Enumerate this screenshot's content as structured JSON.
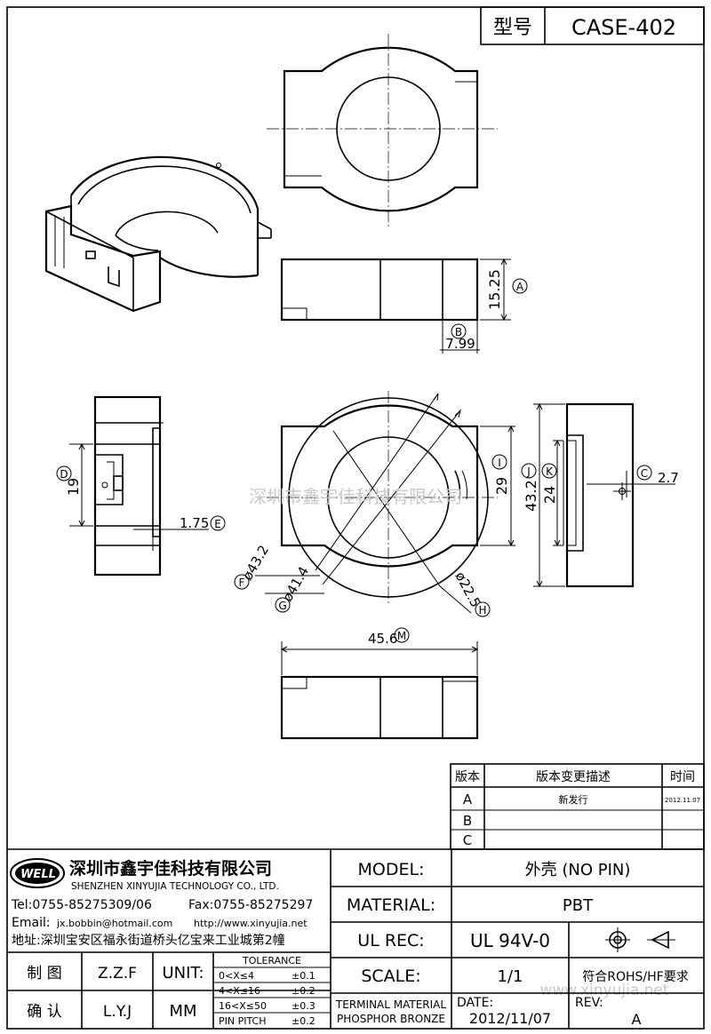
{
  "header": {
    "type_label": "型号",
    "model_code": "CASE-402"
  },
  "dimensions": {
    "A": {
      "value": "15.25",
      "tag": "A"
    },
    "B": {
      "value": "7.99",
      "tag": "B"
    },
    "C": {
      "value": "2.7",
      "tag": "C"
    },
    "D": {
      "value": "19",
      "tag": "D"
    },
    "E": {
      "value": "1.75",
      "tag": "E"
    },
    "F": {
      "value": "ø43.2",
      "tag": "F"
    },
    "G": {
      "value": "ø41.4",
      "tag": "G"
    },
    "H": {
      "value": "ø22.5",
      "tag": "H"
    },
    "I": {
      "value": "29",
      "tag": "I"
    },
    "J": {
      "value": "43.2",
      "tag": "J"
    },
    "K": {
      "value": "24",
      "tag": "K"
    },
    "M": {
      "value": "45.6",
      "tag": "M"
    }
  },
  "watermark": {
    "center": "深圳市鑫宇佳科技有限公司",
    "corner": "www.xinyujia.net"
  },
  "revision": {
    "headers": [
      "版本",
      "版本变更描述",
      "时间"
    ],
    "rows": [
      {
        "ver": "A",
        "desc": "新发行",
        "date": "2012.11.07"
      },
      {
        "ver": "B",
        "desc": "",
        "date": ""
      },
      {
        "ver": "C",
        "desc": "",
        "date": ""
      }
    ]
  },
  "company": {
    "logo": "WELL",
    "name_cn": "深圳市鑫宇佳科技有限公司",
    "name_en": "SHENZHEN XINYUJIA TECHNOLOGY CO., LTD.",
    "tel": "Tel:0755-85275309/06",
    "fax": "Fax:0755-85275297",
    "email": "Email:",
    "email_addr": "jx.bobbin@hotmail.com",
    "website": "http://www.xinyujia.net",
    "address": "地址:深圳宝安区福永街道桥头亿宝来工业城第2幢"
  },
  "title_block": {
    "model_label": "MODEL:",
    "model_value": "外壳 (NO PIN)",
    "material_label": "MATERIAL:",
    "material_value": "PBT",
    "ulrec_label": "UL REC:",
    "ulrec_value": "UL 94V-0",
    "scale_label": "SCALE:",
    "scale_value": "1/1",
    "rohs": "符合ROHS/HF要求",
    "terminal_material": "TERMINAL MATERIAL",
    "phosphor": "PHOSPHOR BRONZE",
    "date_label": "DATE:",
    "date_value": "2012/11/07",
    "rev_label": "REV:",
    "rev_value": "A",
    "drawn_label": "制 图",
    "drawn_by": "Z.Z.F",
    "checked_label": "确 认",
    "checked_by": "L.Y.J",
    "unit_label": "UNIT:",
    "unit_value": "MM",
    "tolerance_title": "TOLERANCE",
    "tolerances": [
      {
        "range": "0<X≤4",
        "tol": "±0.1"
      },
      {
        "range": "4<X≤16",
        "tol": "±0.2"
      },
      {
        "range": "16<X≤50",
        "tol": "±0.3"
      },
      {
        "range": "PIN PITCH",
        "tol": "±0.2"
      }
    ]
  }
}
